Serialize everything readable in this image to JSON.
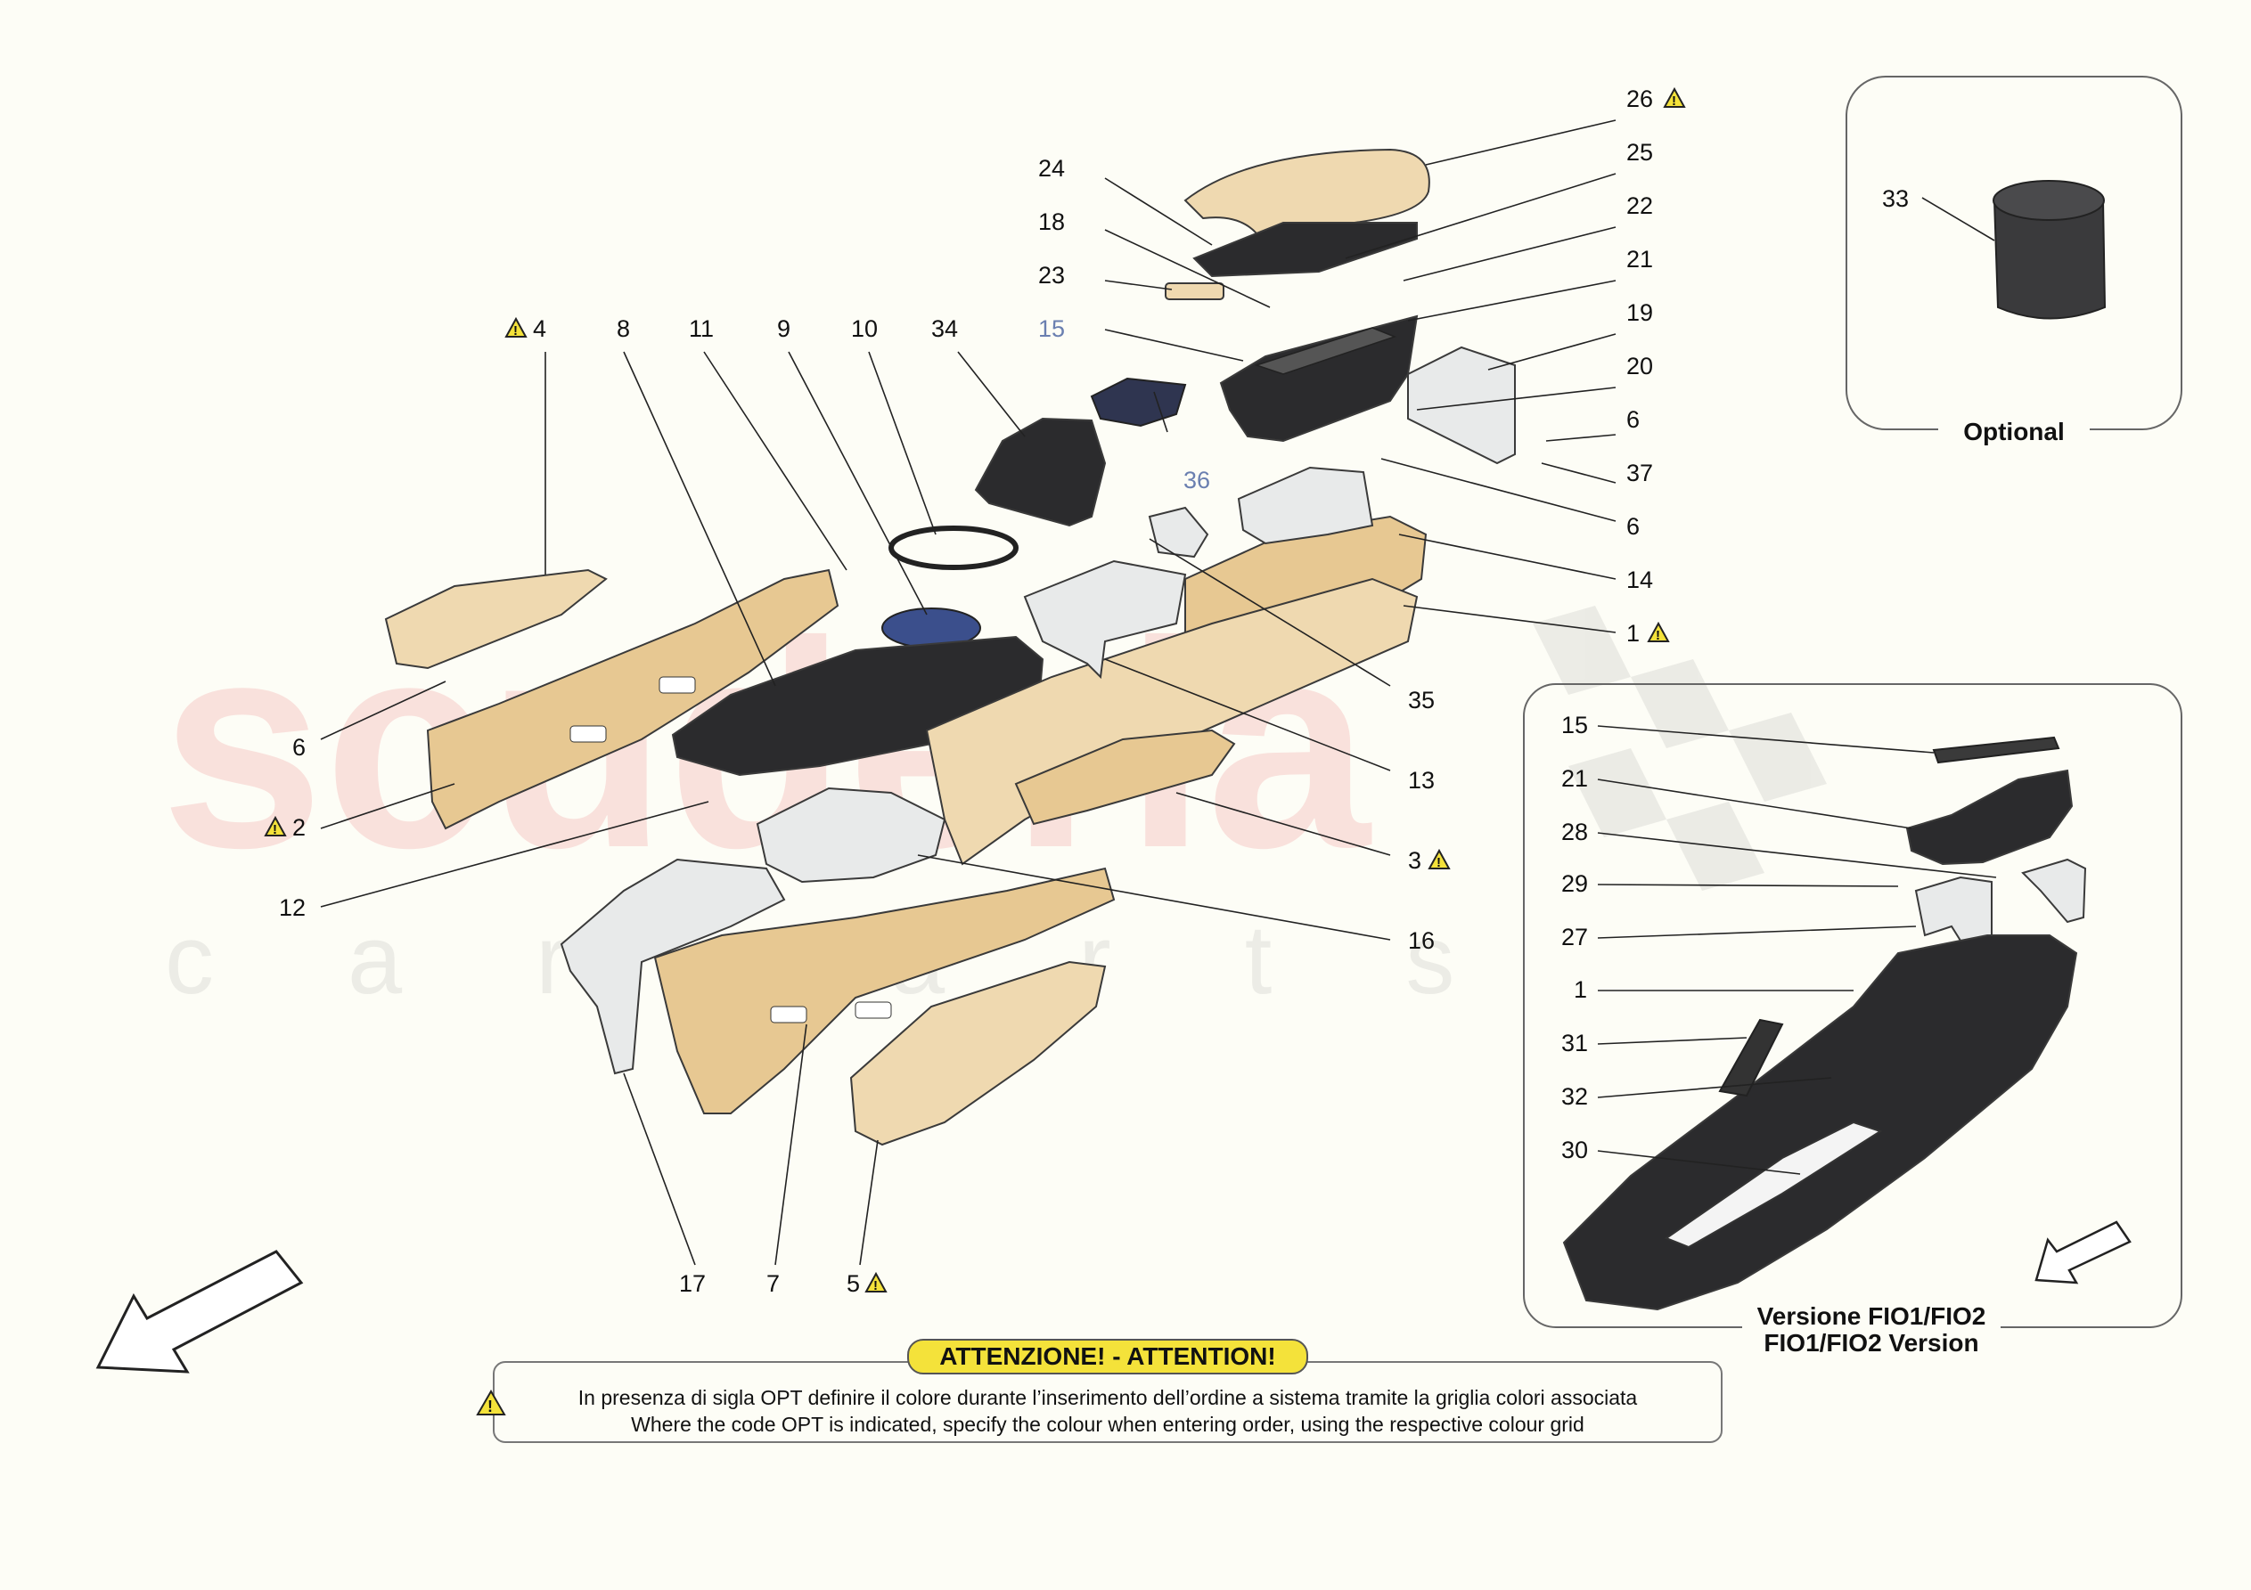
{
  "callouts": {
    "c1": "1",
    "c2": "2",
    "c3": "3",
    "c4": "4",
    "c5": "5",
    "c6a": "6",
    "c6b": "6",
    "c6c": "6",
    "c7": "7",
    "c8": "8",
    "c9": "9",
    "c10": "10",
    "c11": "11",
    "c12": "12",
    "c13": "13",
    "c14": "14",
    "c15": "15",
    "c16": "16",
    "c17": "17",
    "c18": "18",
    "c19": "19",
    "c20": "20",
    "c21": "21",
    "c22": "22",
    "c23": "23",
    "c24": "24",
    "c25": "25",
    "c26": "26",
    "c33": "33",
    "c34": "34",
    "c35": "35",
    "c36": "36",
    "c37": "37"
  },
  "fio_callouts": {
    "f15": "15",
    "f21": "21",
    "f28": "28",
    "f29": "29",
    "f27": "27",
    "f1": "1",
    "f31": "31",
    "f32": "32",
    "f30": "30"
  },
  "optional_panel": {
    "label": "Optional"
  },
  "version_panel": {
    "label_it": "Versione FIO1/FIO2",
    "label_en": "FIO1/FIO2 Version"
  },
  "attention": {
    "title": "ATTENZIONE! - ATTENTION!",
    "text_it": "In presenza di sigla OPT definire il colore durante l’inserimento dell’ordine a sistema tramite la griglia colori associata",
    "text_en": "Where the code OPT is indicated, specify the colour when entering order, using the respective colour grid"
  },
  "colors": {
    "beige": "#efd9b0",
    "dark_part": "#2b2b2d",
    "warning_yellow": "#f4e23a",
    "blue_label": "#6a7fb0"
  }
}
